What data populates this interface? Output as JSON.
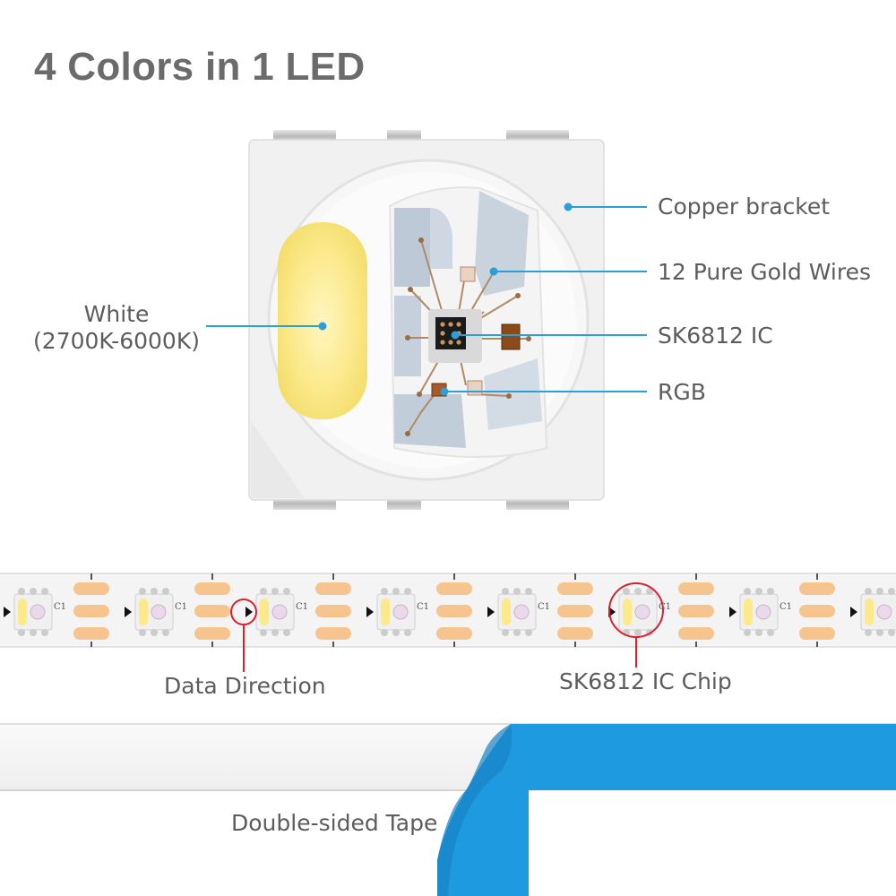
{
  "title": "4 Colors in 1 LED",
  "led_callouts": {
    "copper_bracket": "Copper bracket",
    "gold_wires": "12 Pure Gold Wires",
    "ic": "SK6812 IC",
    "rgb": "RGB",
    "white_line1": "White",
    "white_line2": "(2700K-6000K)"
  },
  "strip_callouts": {
    "data_direction": "Data Direction",
    "ic_chip": "SK6812 IC Chip",
    "chip_marking": "C1"
  },
  "tape_callout": "Double-sided Tape",
  "colors": {
    "callout_line": "#2a9fd8",
    "highlight_circle": "#d8202f",
    "white_emitter": "#fbea8c",
    "pads": "#f6c48f",
    "tape_liner": "#1e9be0"
  }
}
